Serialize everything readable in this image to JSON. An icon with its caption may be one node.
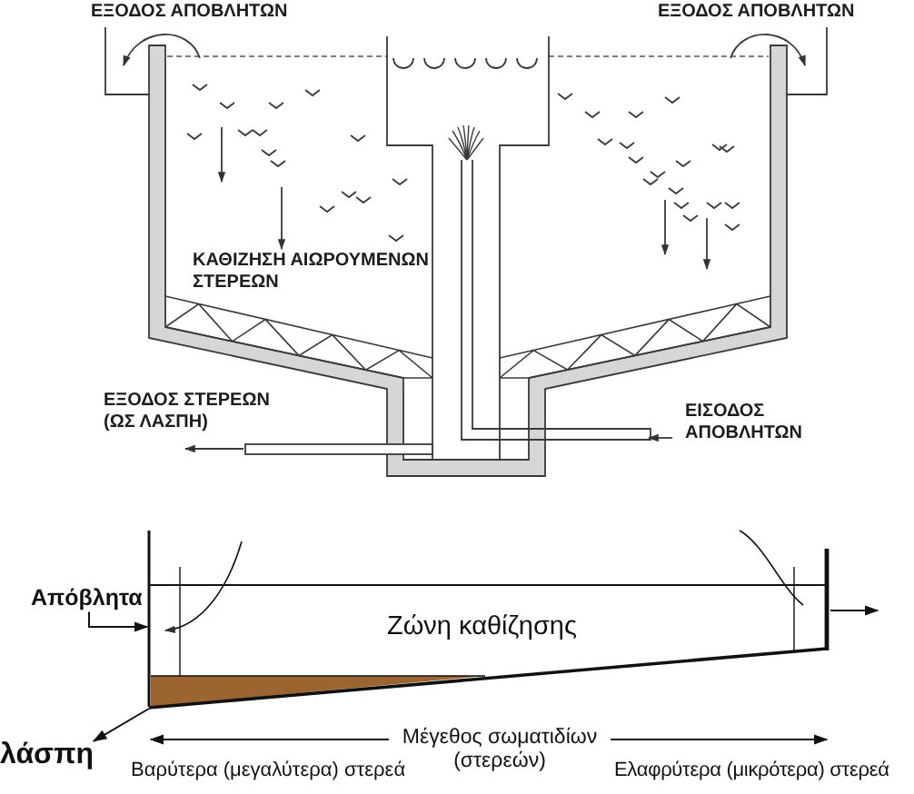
{
  "diagram": {
    "nodes": [
      {
        "text": [
          "Απόβλητα"
        ]
      },
      {
        "text": [
          "Ζώνη καθίζησης"
        ]
      },
      {
        "text": [
          "λάσπη"
        ]
      }
    ],
    "edges": [
      {
        "from": 0,
        "to": 1,
        "arrow": "to"
      },
      {
        "from": 1,
        "to": null,
        "arrow": "to"
      },
      {
        "from": 1,
        "to": 2,
        "arrow": "to"
      }
    ],
    "labels": [
      "ΕΞΟΔΟΣ ΑΠΟΒΛΗΤΩΝ",
      "ΕΞΟΔΟΣ ΑΠΟΒΛΗΤΩΝ",
      "ΚΑΘΙΖΗΣΗ ΑΙΩΡΟΥΜΕΝΩΝ ΣΤΕΡΕΩΝ",
      "ΕΞΟΔΟΣ ΣΤΕΡΕΩΝ (ΩΣ ΛΑΣΠΗ)",
      "ΕΙΣΟΔΟΣ ΑΠΟΒΛΗΤΩΝ",
      "Μέγεθος σωματιδίων (στερεών)",
      "Βαρύτερα (μεγαλύτερα) στερεά",
      "Ελαφρύτερα (μικρότερα) στερεά"
    ]
  }
}
